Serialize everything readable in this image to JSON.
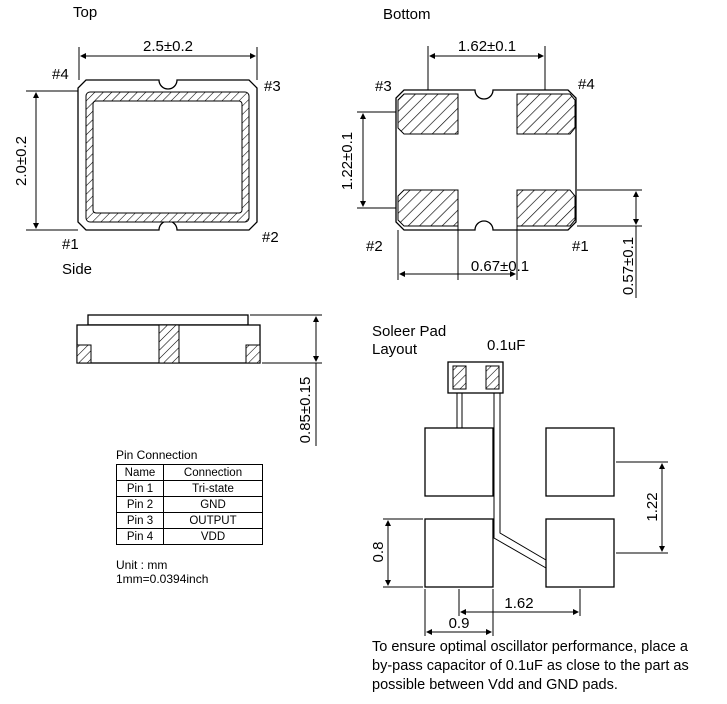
{
  "top": {
    "title": "Top",
    "width_dim": "2.5±0.2",
    "height_dim": "2.0±0.2",
    "pin_labels": {
      "p1": "#1",
      "p2": "#2",
      "p3": "#3",
      "p4": "#4"
    }
  },
  "bottom": {
    "title": "Bottom",
    "pad_pitch_x": "1.62±0.1",
    "pad_pitch_y": "1.22±0.1",
    "pad_width": "0.67±0.1",
    "pad_height": "0.57±0.1",
    "pin_labels": {
      "p1": "#1",
      "p2": "#2",
      "p3": "#3",
      "p4": "#4"
    }
  },
  "side": {
    "title": "Side",
    "height_dim": "0.85±0.15"
  },
  "solder": {
    "title_line1": "Soleer Pad",
    "title_line2": "Layout",
    "cap_label": "0.1uF",
    "dim_pitch_y": "1.22",
    "dim_pad_size": "0.8",
    "dim_pitch_x": "1.62",
    "dim_span": "0.9"
  },
  "pin_table": {
    "title": "Pin Connection",
    "headers": [
      "Name",
      "Connection"
    ],
    "rows": [
      [
        "Pin 1",
        "Tri-state"
      ],
      [
        "Pin 2",
        "GND"
      ],
      [
        "Pin 3",
        "OUTPUT"
      ],
      [
        "Pin 4",
        "VDD"
      ]
    ]
  },
  "units": {
    "line1": "Unit : mm",
    "line2": "1mm=0.0394inch"
  },
  "note": {
    "line1": "To ensure optimal oscillator performance, place a",
    "line2": "by-pass capacitor of 0.1uF as close to the part as",
    "line3": "possible between Vdd and GND pads."
  }
}
